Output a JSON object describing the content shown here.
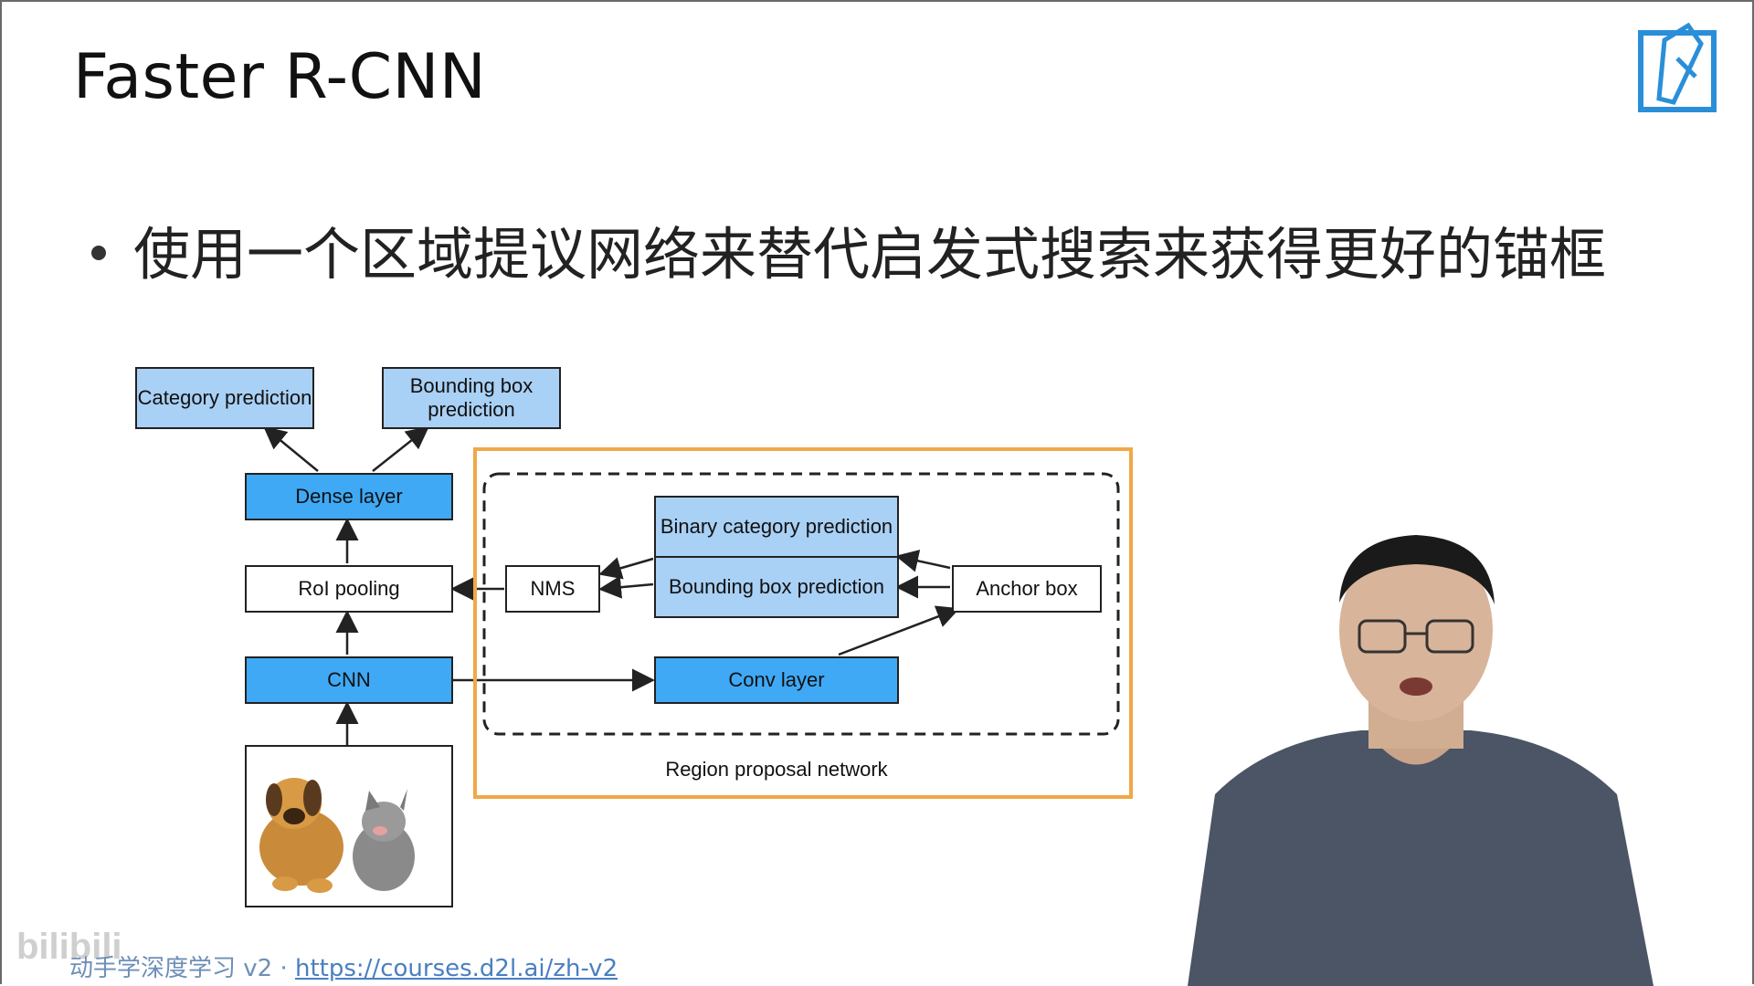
{
  "slide": {
    "title": "Faster R-CNN",
    "bullet": "使用一个区域提议网络来替代启发式搜索来获得更好的锚框"
  },
  "diagram": {
    "category_prediction": "Category prediction",
    "bbox_prediction_top": "Bounding box prediction",
    "dense_layer": "Dense layer",
    "roi_pooling": "RoI pooling",
    "cnn": "CNN",
    "nms": "NMS",
    "binary_category_prediction": "Binary category prediction",
    "bbox_prediction_rpn": "Bounding box prediction",
    "anchor_box": "Anchor box",
    "conv_layer": "Conv layer",
    "rpn_label": "Region proposal network",
    "colors": {
      "light_box": "#a9d0f5",
      "dark_box": "#3fa9f5",
      "rpn_frame": "#f0a848"
    }
  },
  "footer": {
    "course": "动手学深度学习 v2 · ",
    "link": "https://courses.d2l.ai/zh-v2",
    "watermark": "bilibili"
  }
}
